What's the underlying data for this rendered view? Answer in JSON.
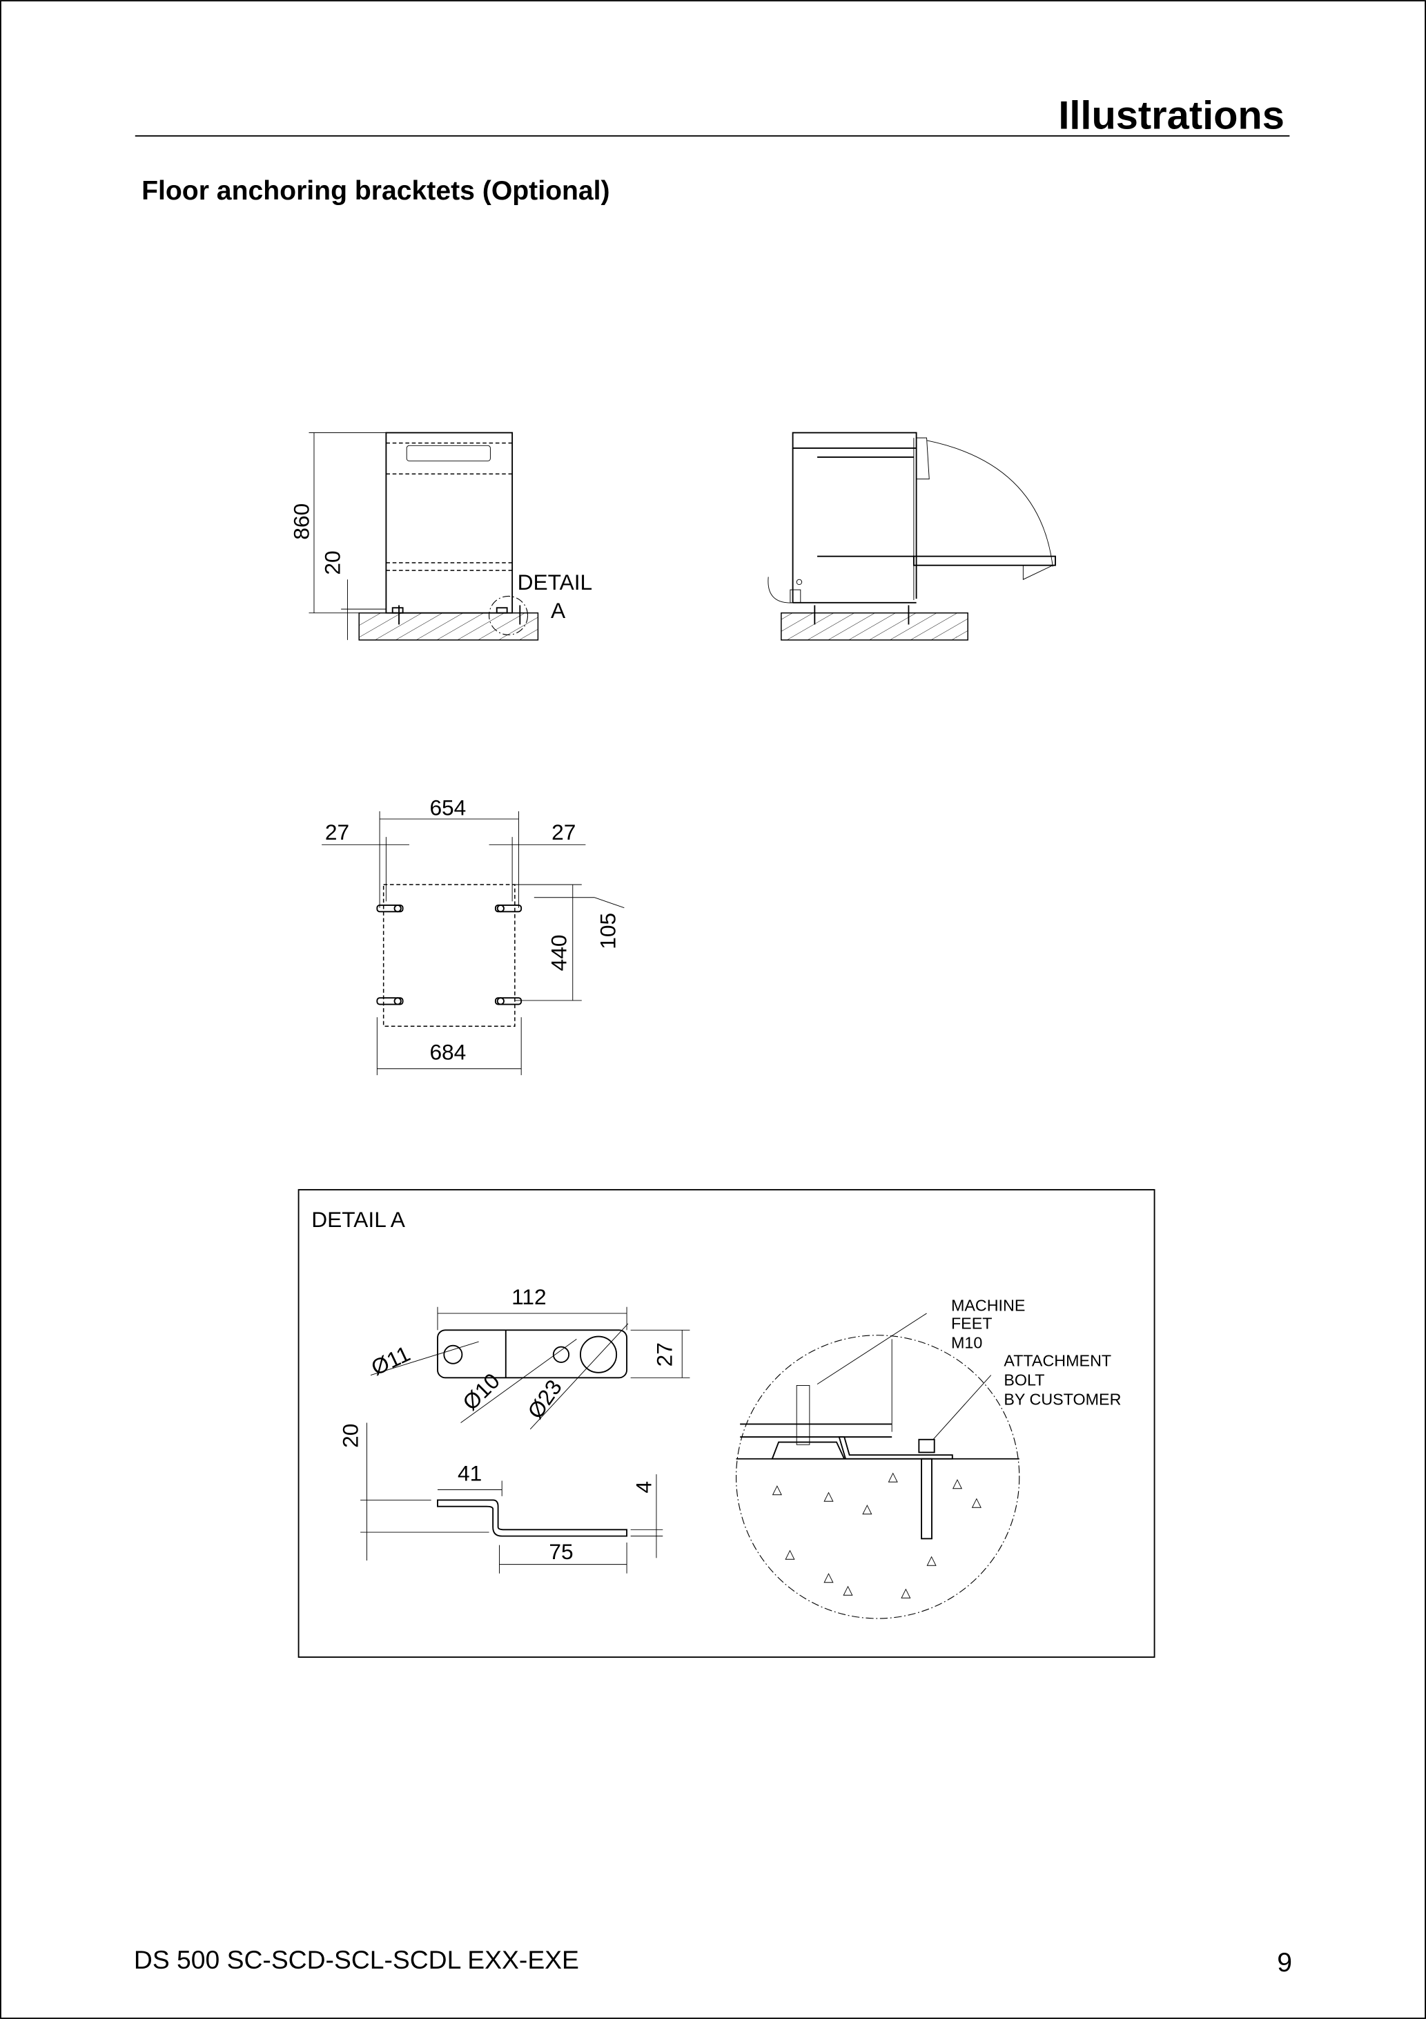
{
  "header": {
    "title": "Illustrations"
  },
  "section": {
    "title": "Floor anchoring bracktets (Optional)"
  },
  "front_view": {
    "height_dim": "860",
    "foot_dim": "20",
    "detail_label_1": "DETAIL",
    "detail_label_2": "A"
  },
  "plan_view": {
    "width_top": "654",
    "offset_left": "27",
    "offset_right": "27",
    "depth": "440",
    "edge": "105",
    "width_bottom": "684"
  },
  "detail_a": {
    "title": "DETAIL A",
    "length": "112",
    "width": "27",
    "hole_1": "Ø11",
    "hole_2": "Ø10",
    "hole_3": "Ø23",
    "height": "20",
    "flange": "41",
    "base": "75",
    "thickness": "4",
    "callout_1": [
      "MACHINE",
      "FEET",
      "M10"
    ],
    "callout_2": [
      "ATTACHMENT",
      "BOLT",
      "BY CUSTOMER"
    ]
  },
  "footer": {
    "model": "DS 500 SC-SCD-SCL-SCDL EXX-EXE",
    "page": "9"
  }
}
